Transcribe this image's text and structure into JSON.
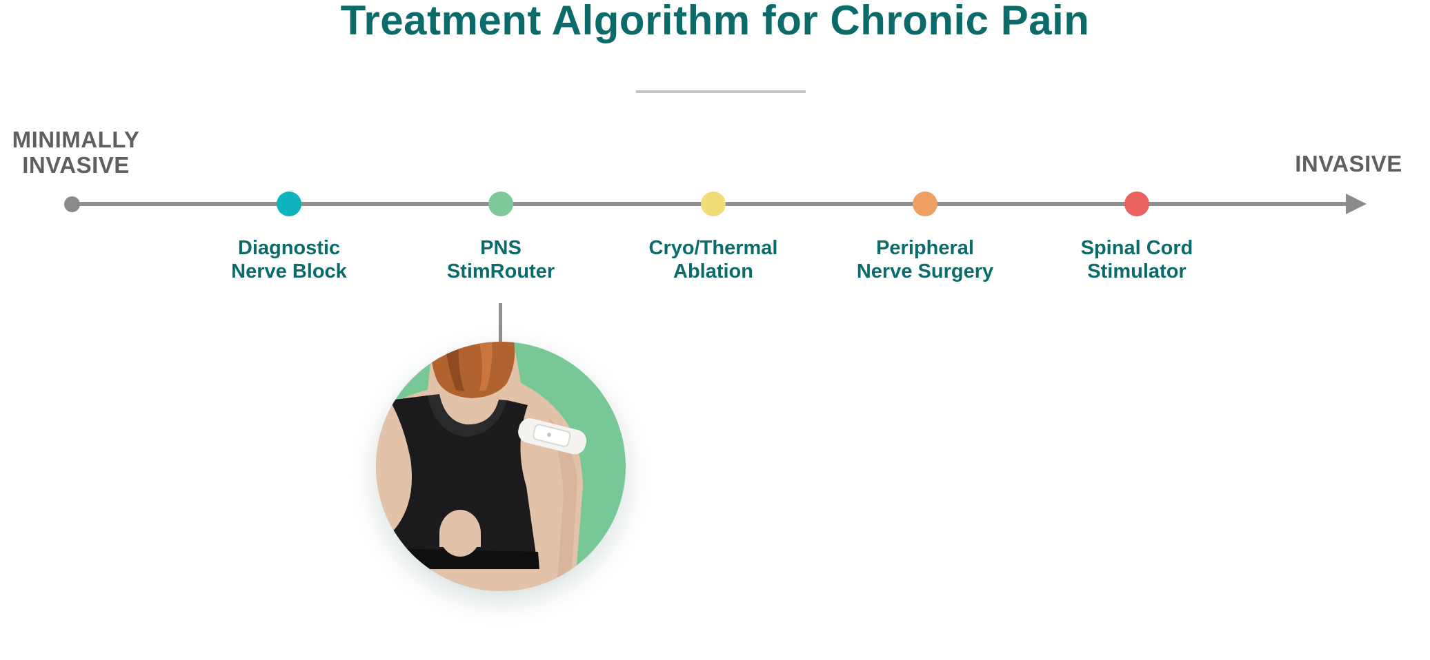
{
  "title": "Treatment Algorithm for Chronic Pain",
  "scale": {
    "start_label": "MINIMALLY\nINVASIVE",
    "end_label": "INVASIVE"
  },
  "steps": [
    {
      "label": "Diagnostic\nNerve Block",
      "color": "#0fb3bd"
    },
    {
      "label": "PNS\nStimRouter",
      "color": "#7ec99a"
    },
    {
      "label": "Cryo/Thermal\nAblation",
      "color": "#f2dc78"
    },
    {
      "label": "Peripheral\nNerve Surgery",
      "color": "#efa064"
    },
    {
      "label": "Spinal Cord\nStimulator",
      "color": "#e8625f"
    }
  ],
  "highlight": {
    "step_index": 1,
    "image": "patient-back-with-stimrouter-device-photo",
    "background_color": "#78c796"
  },
  "colors": {
    "title": "#0b6b6a",
    "scale_text": "#5f5f5f",
    "axis": "#8f8f8f"
  }
}
